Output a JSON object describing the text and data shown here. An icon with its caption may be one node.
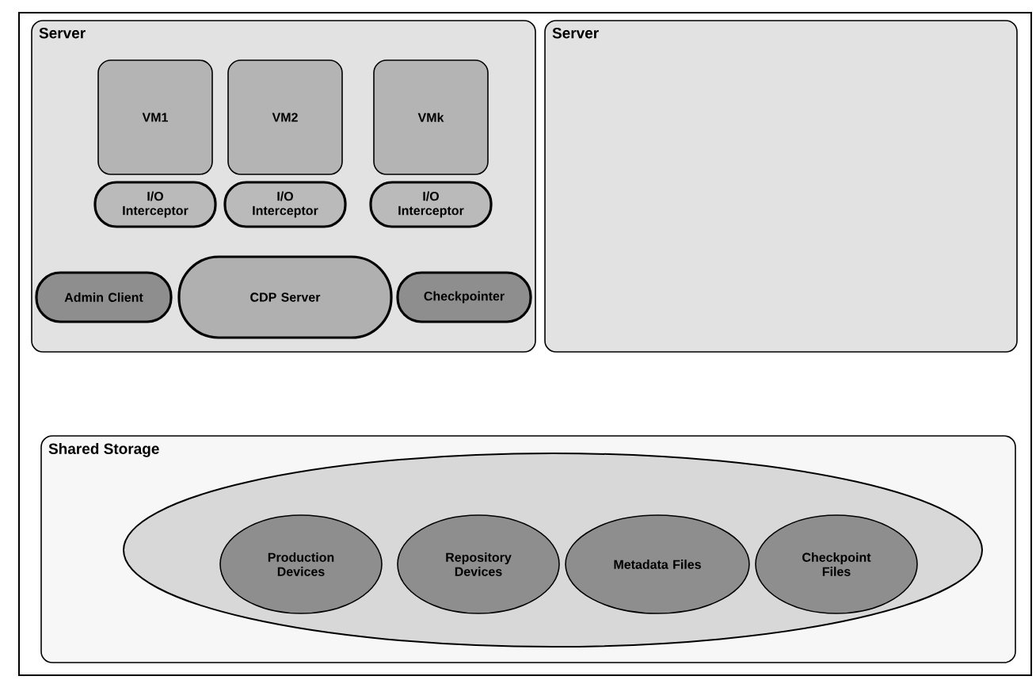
{
  "diagram": {
    "nodes": [
      {
        "text": [
          "Server"
        ]
      },
      {
        "text": [
          "VM1"
        ],
        "in": 0
      },
      {
        "text": [
          "VM2"
        ],
        "in": 0
      },
      {
        "text": [
          "VMk"
        ],
        "in": 0
      },
      {
        "text": [
          "I/O Interceptor"
        ],
        "in": 0
      },
      {
        "text": [
          "I/O Interceptor"
        ],
        "in": 0
      },
      {
        "text": [
          "I/O Interceptor"
        ],
        "in": 0
      },
      {
        "text": [
          "Admin Client"
        ],
        "in": 0
      },
      {
        "text": [
          "CDP Server"
        ],
        "in": 0
      },
      {
        "text": [
          "Checkpointer"
        ],
        "in": 0
      },
      {
        "text": [
          "Server"
        ]
      },
      {
        "text": [
          "Shared Storage"
        ]
      },
      {
        "text": [],
        "shape": "ellipse",
        "in": 11
      },
      {
        "text": [
          "Production Devices"
        ],
        "in": 12
      },
      {
        "text": [
          "Repository Devices"
        ],
        "in": 12
      },
      {
        "text": [
          "Metadata Files"
        ],
        "in": 12
      },
      {
        "text": [
          "Checkpoint Files"
        ],
        "in": 12
      }
    ]
  }
}
